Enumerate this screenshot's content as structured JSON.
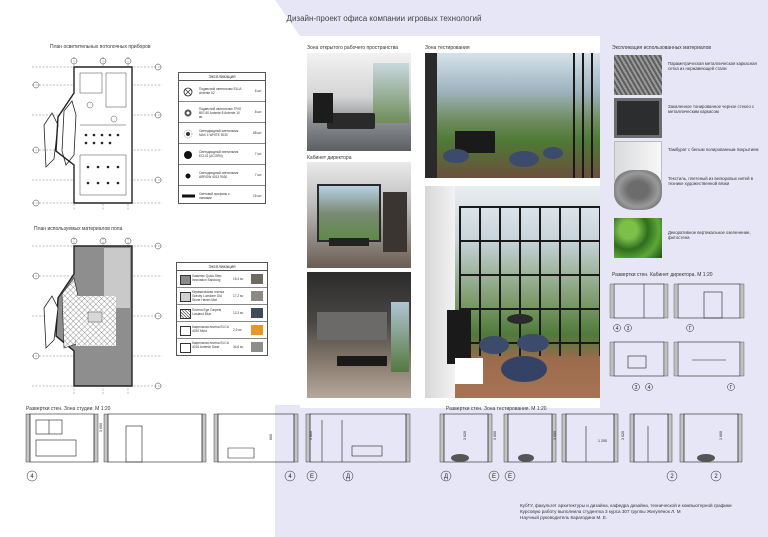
{
  "page": {
    "title": "Дизайн-проект офиса компании игровых технологий"
  },
  "plans": {
    "lighting_title": "План осветительных потолочных приборов",
    "floor_title": "План используемых материалов пола"
  },
  "lighting_legend": {
    "title": "Экспликация",
    "rows": [
      {
        "name": "Подвесной светильник ELLA Ardente 02",
        "qty": "6 шт."
      },
      {
        "name": "Подвесной светильник TRIO BIG 80 Ardente 8 Ardente 10 кв.",
        "qty": "8 шт."
      },
      {
        "name": "Светодиодный светильник MAX 4 WHITE 9030",
        "qty": "68 шт."
      },
      {
        "name": "Светодиодный светильник ECLIS (ACORN)",
        "qty": "7 шт."
      },
      {
        "name": "Светодиодный светильник ARROW 4013 9030",
        "qty": "7 шт."
      },
      {
        "name": "Световой профиль с линзами",
        "qty": "15 шт."
      }
    ]
  },
  "floor_legend": {
    "title": "Экспликация",
    "rows": [
      {
        "name": "Ламинат Quick-Step Innovation Sandoog",
        "qty": "15,4 м²"
      },
      {
        "name": "Керамическая плитка Gravity Luxstone Old Stone Haven Mat",
        "qty": "17,2 м²"
      },
      {
        "name": "Плитка Ege Carpets Lowland Blue",
        "qty": "12,3 м²"
      },
      {
        "name": "Кафельная плитка ELCU 4030 Mina",
        "qty": "2,9 м²"
      },
      {
        "name": "Кафельная плитка ELCU 4018 Ardente Sand",
        "qty": "34,6 м²"
      }
    ]
  },
  "renders": {
    "open_space": "Зона открытого рабочего пространства",
    "testing": "Зона тестирования",
    "director": "Кабинет директора"
  },
  "materials": {
    "title": "Экспликация использованных материалов",
    "items": [
      {
        "text": "Параметрическая металлическая каркасная сетка из нержавеющей стали"
      },
      {
        "text": "Закаленное тонированное черное стекло с металлическим каркасом"
      },
      {
        "text": "Тамбурат с белым полированным покрытием"
      },
      {
        "text": "Текстиль, плетеный из велюровых нитей в технике художественной вязки"
      },
      {
        "text": "Декоративное вертикальное озеленение, фитостена"
      }
    ]
  },
  "elevations": {
    "director_title": "Развертки стен. Кабинет директора. М 1:20",
    "studio_title": "Развертки стен. Зона студии. М 1:20",
    "testing_title": "Развертки стен. Зона тестирования. М 1:20",
    "studio_marks": [
      "4",
      "4",
      "Е",
      "Д"
    ],
    "testing_marks": [
      "Д",
      "Е",
      "Е",
      "2",
      "2"
    ],
    "director_marks": [
      "4",
      "3",
      "Г",
      "3",
      "4",
      "Г"
    ],
    "dims": [
      "3 600",
      "3 800",
      "3 620",
      "3 600",
      "3 600",
      "1 200",
      "660",
      "3 020",
      "1 800",
      "1 600"
    ]
  },
  "credits": {
    "line1": "КубГУ, факультет архитектуры и дизайна, кафедра дизайна, технической и компьютерной графики",
    "line2": "Курсовую работу выполнила студентка 3 курса 307 группы Жигулёнок Л. М",
    "line3": "Научный руководитель Карагодина М. Е."
  },
  "colors": {
    "lavender": "#e4e3f5",
    "floor_dark": "#8a8a8a",
    "floor_light": "#d0d0d0",
    "accent_orange": "#e6962a"
  }
}
